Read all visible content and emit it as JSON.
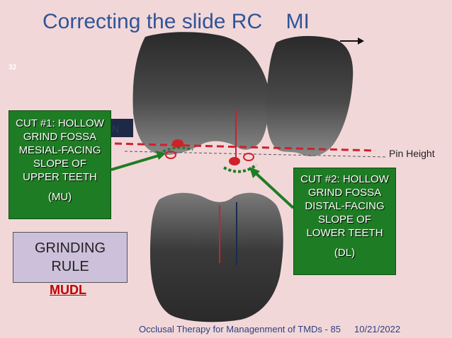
{
  "title": "Correcting the slide RC    MI",
  "slide_number": "32",
  "cut1": {
    "lines": [
      "CUT #1: HOLLOW",
      "GRIND FOSSA",
      "MESIAL-FACING",
      "SLOPE OF",
      "UPPER TEETH"
    ],
    "sub": "(MU)"
  },
  "cut2": {
    "lines": [
      "CUT #2: HOLLOW",
      "GRIND FOSSA",
      "DISTAL-FACING",
      "SLOPE OF",
      "LOWER TEETH"
    ],
    "sub": "(DL)"
  },
  "grinding_rule": [
    "GRINDING",
    "RULE"
  ],
  "mnemonic": "MUDL",
  "pin_height_label": "Pin Height",
  "hidden_letter": "N",
  "footer": "Occlusal Therapy for Managenment of TMDs - 85",
  "date": "10/21/2022",
  "colors": {
    "background": "#f2d7d9",
    "title": "#2f5597",
    "box_green": "#1e7d24",
    "box_lavender": "#ccc0da",
    "accent_red": "#c00000"
  }
}
